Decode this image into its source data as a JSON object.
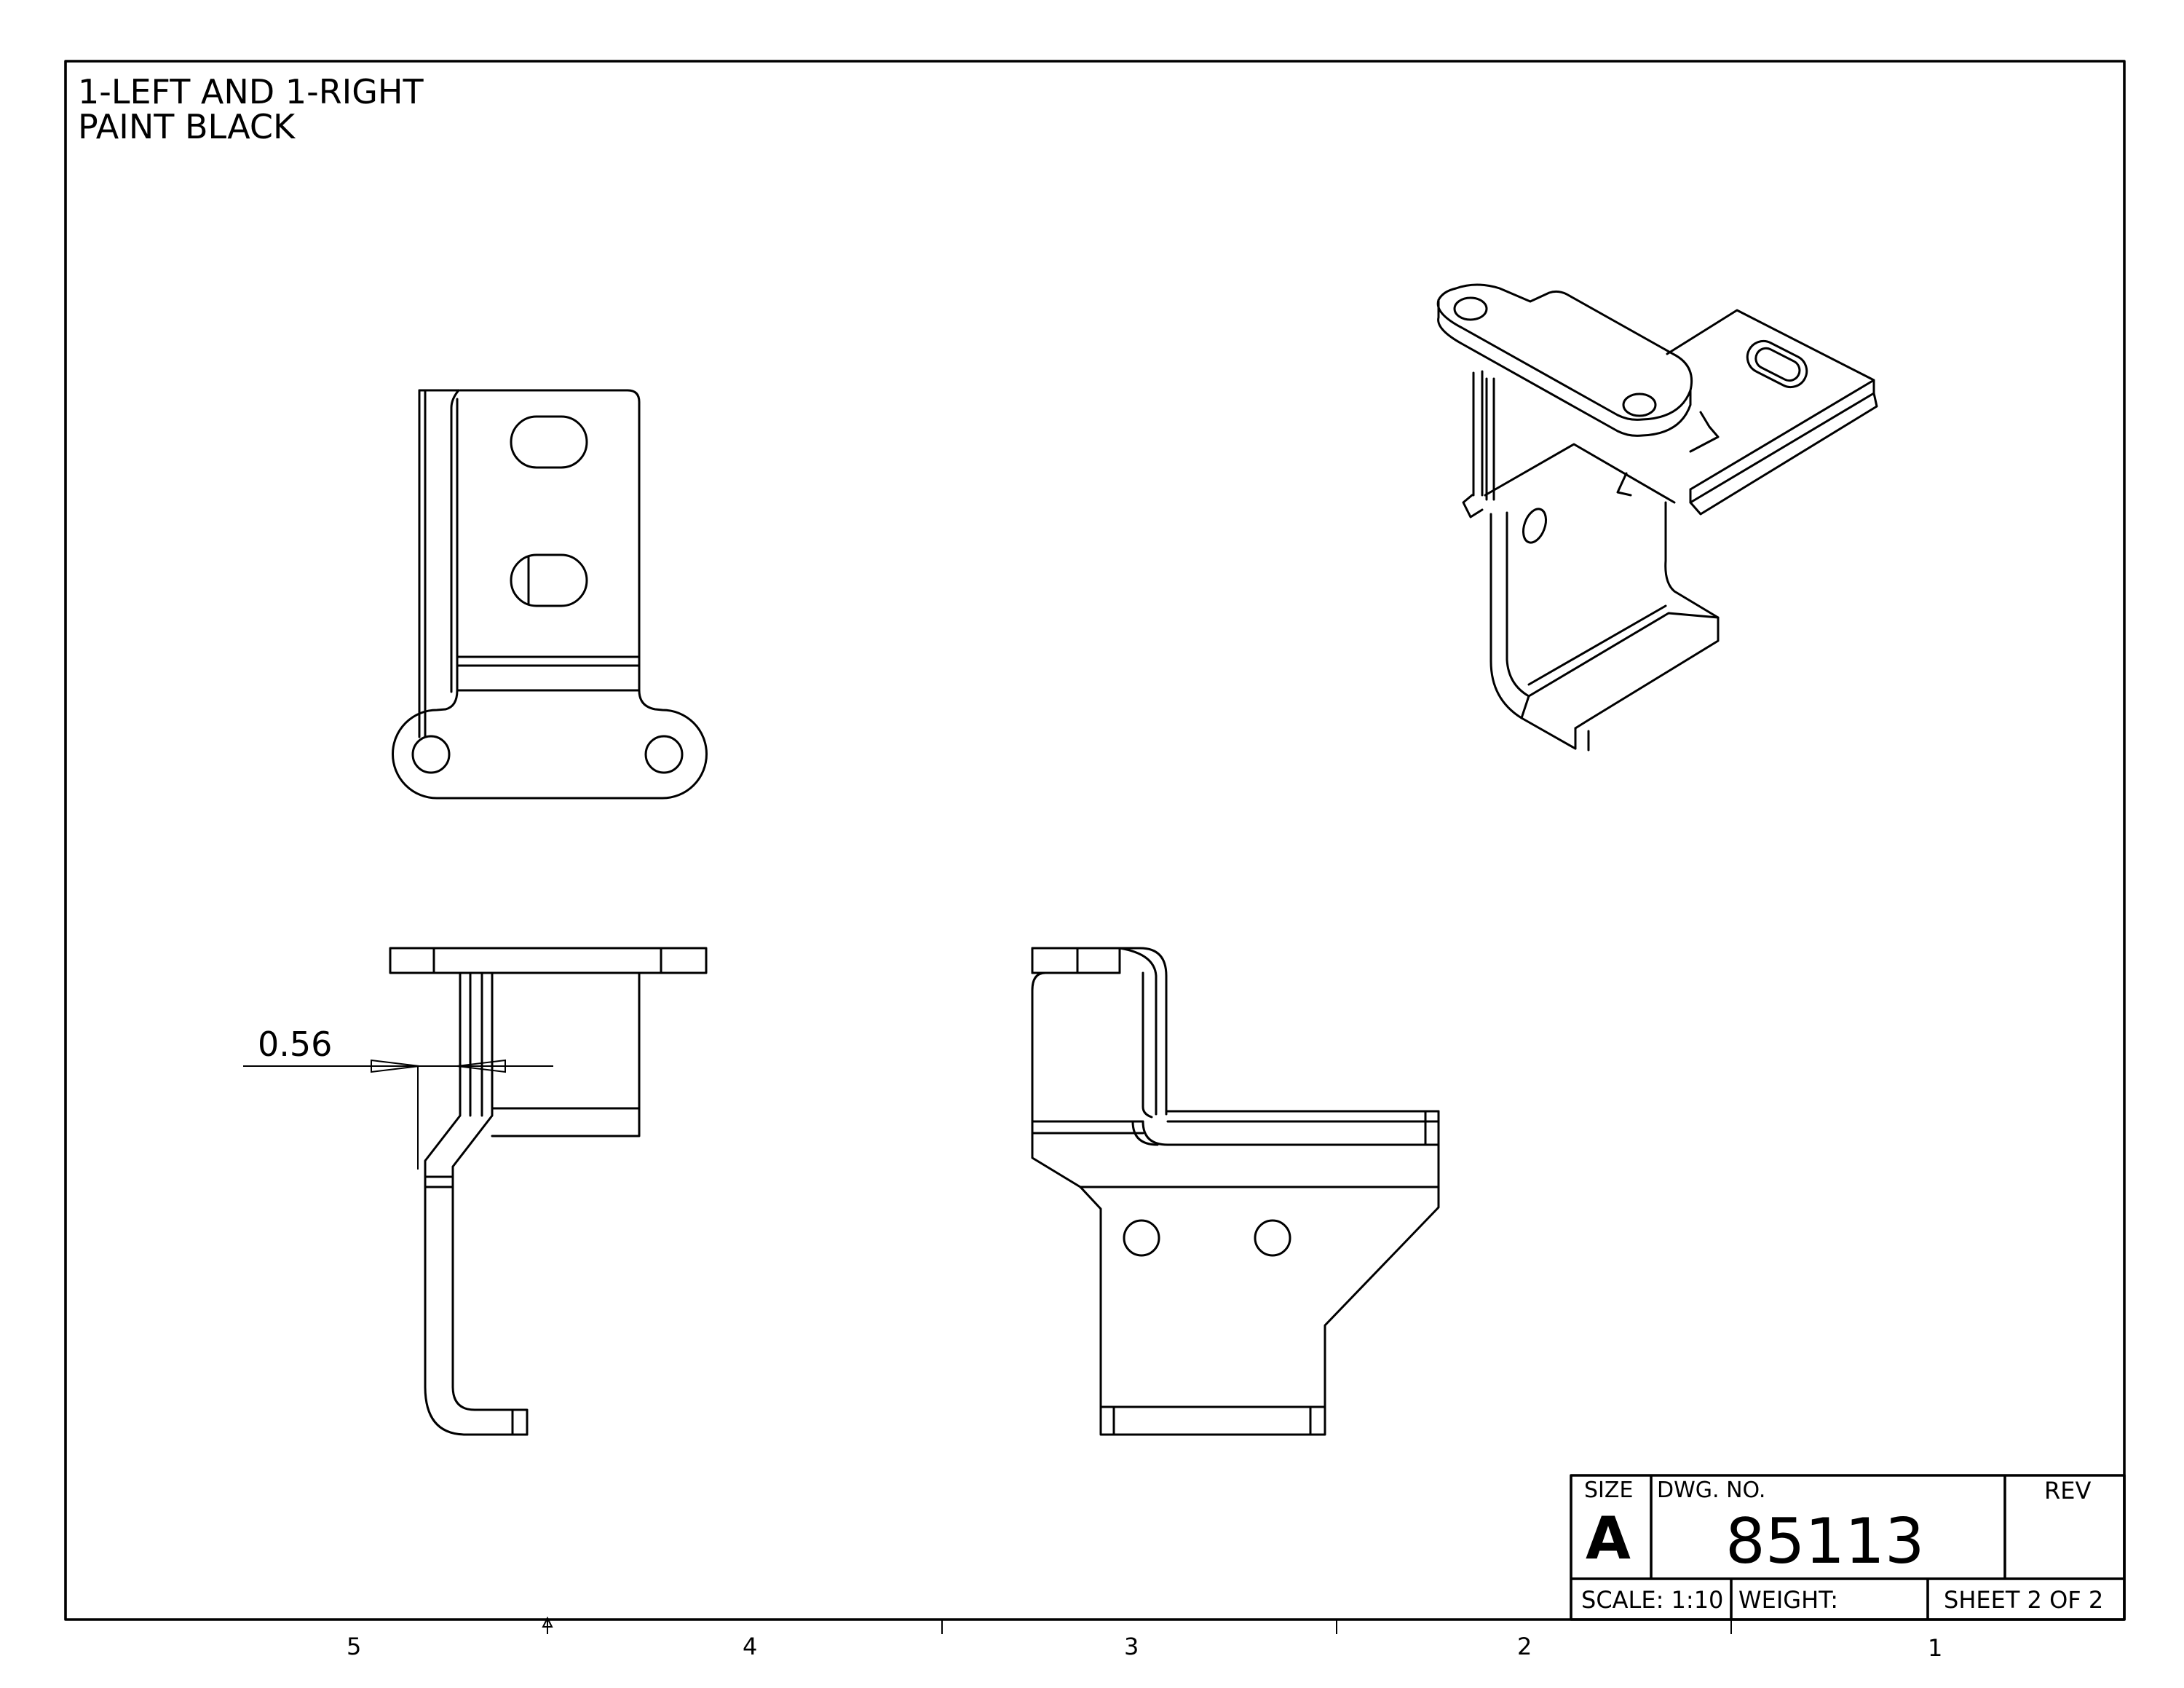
{
  "notes": {
    "line1": "1-LEFT AND 1-RIGHT",
    "line2": "PAINT BLACK"
  },
  "dimension": {
    "value": "0.56"
  },
  "title_block": {
    "size_label": "SIZE",
    "size_value": "A",
    "dwg_no_label": "DWG.  NO.",
    "dwg_no_value": "85113",
    "rev_label": "REV",
    "rev_value": "",
    "scale_text": "SCALE: 1:10",
    "weight_text": "WEIGHT:",
    "sheet_text": "SHEET 2 OF 2"
  },
  "zone_labels": [
    "5",
    "4",
    "3",
    "2",
    "1"
  ]
}
